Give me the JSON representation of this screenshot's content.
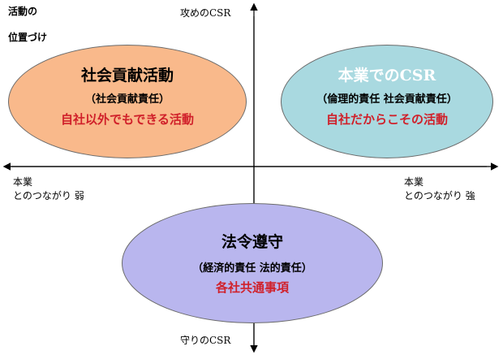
{
  "corner_label": {
    "line1": "活動の",
    "line2": "位置づけ"
  },
  "axis": {
    "top": "攻めのCSR",
    "bottom": "守りのCSR",
    "left": {
      "line1": "本業",
      "line2": "とのつながり 弱"
    },
    "right": {
      "line1": "本業",
      "line2": "とのつながり 強"
    }
  },
  "ellipses": {
    "social": {
      "title": "社会貢献活動",
      "subtitle": "（社会貢献責任）",
      "emphasis": "自社以外でもできる活動",
      "fill": "#f9b98b"
    },
    "core": {
      "title": "本業でのCSR",
      "subtitle": "（倫理的責任 社会貢献責任）",
      "emphasis": "自社だからこその活動",
      "fill": "#a9d9e0"
    },
    "compliance": {
      "title": "法令遵守",
      "subtitle": "（経済的責任 法的責任）",
      "emphasis": "各社共通事項",
      "fill": "#b9b6ee"
    }
  },
  "colors": {
    "emphasis": "#d0202a",
    "axis": "#000000",
    "outline": "#6b6b6b"
  }
}
